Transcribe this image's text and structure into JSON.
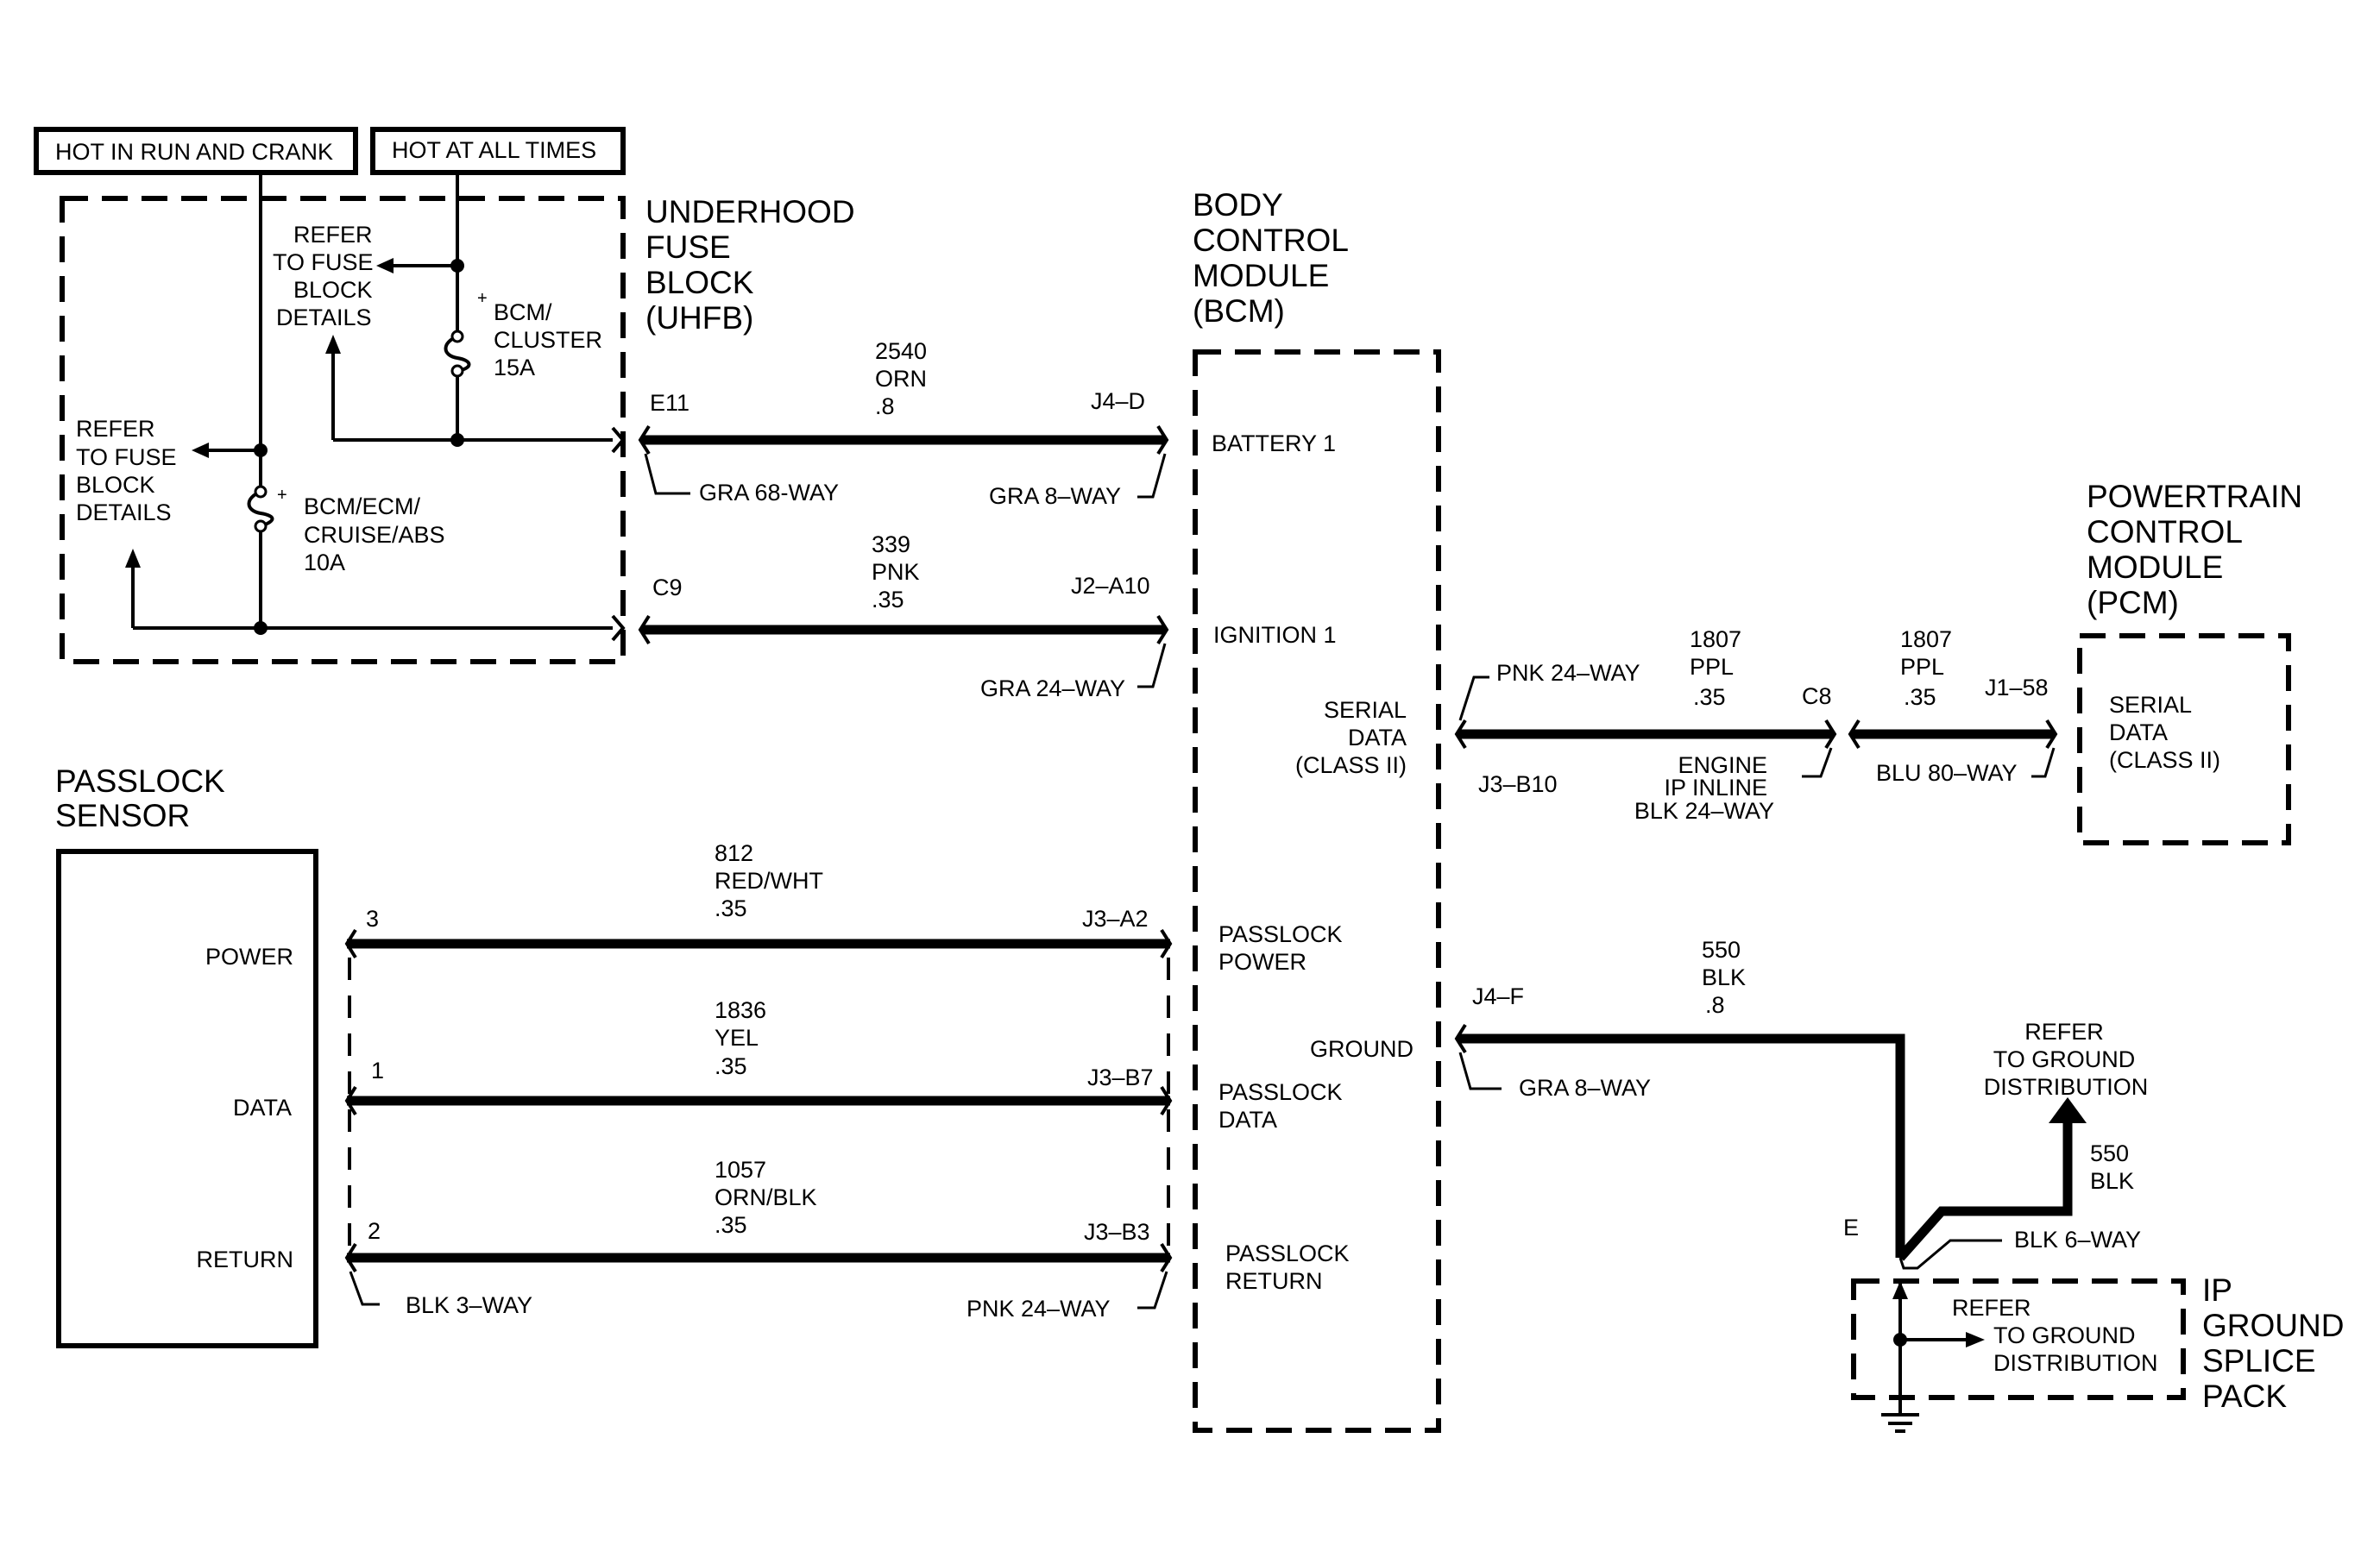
{
  "headers": {
    "hot_run_crank": "HOT IN RUN AND CRANK",
    "hot_all_times": "HOT AT ALL TIMES"
  },
  "uhfb": {
    "title_lines": [
      "UNDERHOOD",
      "FUSE",
      "BLOCK",
      "(UHFB)"
    ],
    "refer_top": [
      "REFER",
      "TO FUSE",
      "BLOCK",
      "DETAILS"
    ],
    "refer_left": [
      "REFER",
      "TO FUSE",
      "BLOCK",
      "DETAILS"
    ],
    "fuse_cluster": [
      "BCM/",
      "CLUSTER",
      "15A"
    ],
    "fuse_cruise": [
      "BCM/ECM/",
      "CRUISE/ABS",
      "10A"
    ],
    "plus": "+"
  },
  "bcm": {
    "title_lines": [
      "BODY",
      "CONTROL",
      "MODULE",
      "(BCM)"
    ],
    "battery": "BATTERY 1",
    "ignition": "IGNITION 1",
    "serial": [
      "SERIAL",
      "DATA",
      "(CLASS II)"
    ],
    "passlock_power": [
      "PASSLOCK",
      "POWER"
    ],
    "ground": "GROUND",
    "passlock_data": [
      "PASSLOCK",
      "DATA"
    ],
    "passlock_return": [
      "PASSLOCK",
      "RETURN"
    ]
  },
  "pcm": {
    "title_lines": [
      "POWERTRAIN",
      "CONTROL",
      "MODULE",
      "(PCM)"
    ],
    "serial": [
      "SERIAL",
      "DATA",
      "(CLASS II)"
    ]
  },
  "sensor": {
    "title_lines": [
      "PASSLOCK",
      "SENSOR"
    ],
    "power": "POWER",
    "data": "DATA",
    "return": "RETURN"
  },
  "wires": {
    "battery": {
      "left_pin": "E11",
      "right_pin": "J4–D",
      "circuit": [
        "2540",
        "ORN",
        ".8"
      ],
      "left_conn": "GRA 68-WAY",
      "right_conn": "GRA 8–WAY"
    },
    "ignition": {
      "left_pin": "C9",
      "right_pin": "J2–A10",
      "circuit": [
        "339",
        "PNK",
        ".35"
      ],
      "right_conn": "GRA 24–WAY"
    },
    "serial_a": {
      "left_pin": "J3–B10",
      "right_pin": "C8",
      "circuit": [
        "1807",
        "PPL",
        ".35"
      ],
      "top_conn": "PNK 24–WAY",
      "inline": [
        "ENGINE",
        "IP INLINE",
        "BLK 24–WAY"
      ]
    },
    "serial_b": {
      "right_pin": "J1–58",
      "circuit": [
        "1807",
        "PPL",
        ".35"
      ],
      "conn": "BLU 80–WAY"
    },
    "power": {
      "left_pin": "3",
      "right_pin": "J3–A2",
      "circuit": [
        "812",
        "RED/WHT",
        ".35"
      ]
    },
    "data": {
      "left_pin": "1",
      "right_pin": "J3–B7",
      "circuit": [
        "1836",
        "YEL",
        ".35"
      ]
    },
    "return": {
      "left_pin": "2",
      "right_pin": "J3–B3",
      "circuit": [
        "1057",
        "ORN/BLK",
        ".35"
      ],
      "left_conn": "BLK 3–WAY",
      "right_conn": "PNK 24–WAY"
    },
    "ground": {
      "left_pin": "J4–F",
      "circuit": [
        "550",
        "BLK",
        ".8"
      ],
      "conn": "GRA 8–WAY"
    },
    "ground2": {
      "circuit": [
        "550",
        "BLK"
      ],
      "pin": "E",
      "conn": "BLK 6–WAY"
    }
  },
  "refer_ground_top": [
    "REFER",
    "TO GROUND",
    "DISTRIBUTION"
  ],
  "splice": {
    "title_lines": [
      "IP",
      "GROUND",
      "SPLICE",
      "PACK"
    ],
    "refer": [
      "REFER",
      "TO GROUND",
      "DISTRIBUTION"
    ]
  }
}
